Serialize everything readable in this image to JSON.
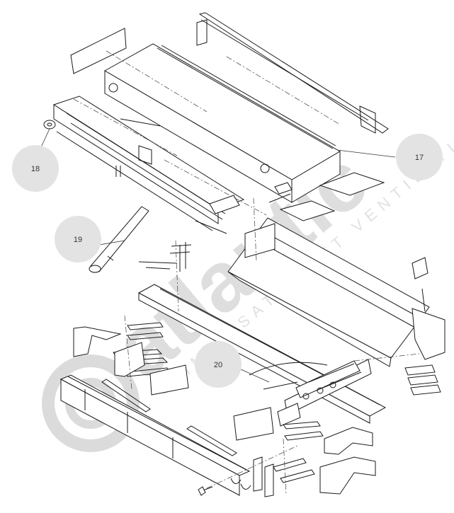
{
  "watermark": {
    "brand": "atlantic",
    "subtitle": "CLIMATISATION ET VENTILATION",
    "color": "#b8b8b8"
  },
  "callouts": [
    {
      "id": "17",
      "label": "17"
    },
    {
      "id": "18",
      "label": "18"
    },
    {
      "id": "19",
      "label": "19"
    },
    {
      "id": "20",
      "label": "20"
    }
  ],
  "colors": {
    "line": "#1a1a1a",
    "callout_fill": "#e3e3e3",
    "dash": "#555555"
  }
}
